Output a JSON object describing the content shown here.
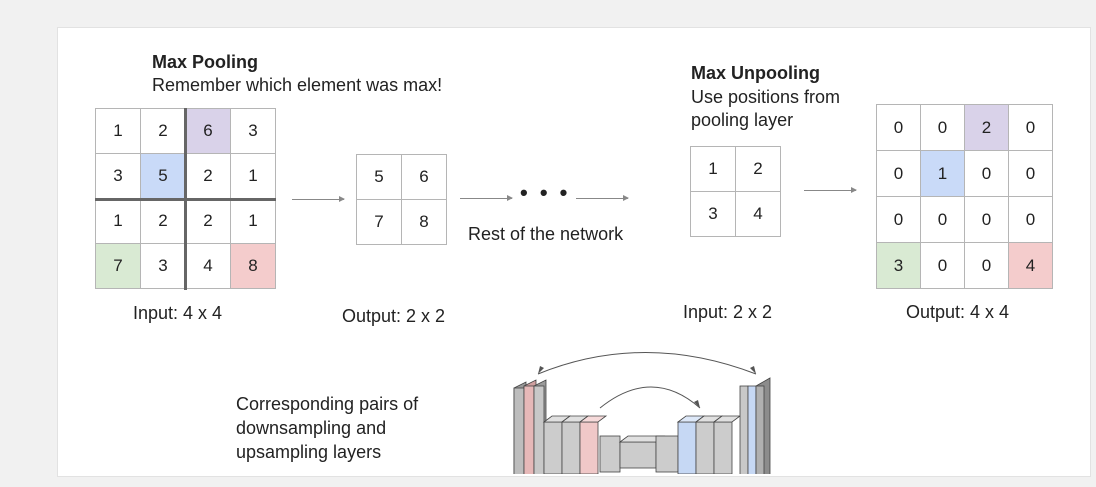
{
  "colors": {
    "purple": "#d9d2e9",
    "blue": "#c9daf8",
    "green": "#d9ead3",
    "red": "#f4cccc",
    "unet_box": "#d0d0d0"
  },
  "pooling": {
    "title": "Max Pooling",
    "subtitle": "Remember which element was max!",
    "input_grid": [
      [
        "1",
        "2",
        "6",
        "3"
      ],
      [
        "3",
        "5",
        "2",
        "1"
      ],
      [
        "1",
        "2",
        "2",
        "1"
      ],
      [
        "7",
        "3",
        "4",
        "8"
      ]
    ],
    "input_label": "Input: 4 x 4",
    "output_grid": [
      [
        "5",
        "6"
      ],
      [
        "7",
        "8"
      ]
    ],
    "output_label": "Output: 2 x 2"
  },
  "middle": {
    "dots": "• • •",
    "rest_label": "Rest of the network"
  },
  "unpooling": {
    "title": "Max Unpooling",
    "subtitle_line1": "Use positions from",
    "subtitle_line2": "pooling layer",
    "input_grid": [
      [
        "1",
        "2"
      ],
      [
        "3",
        "4"
      ]
    ],
    "input_label": "Input: 2 x 2",
    "output_grid": [
      [
        "0",
        "0",
        "2",
        "0"
      ],
      [
        "0",
        "1",
        "0",
        "0"
      ],
      [
        "0",
        "0",
        "0",
        "0"
      ],
      [
        "3",
        "0",
        "0",
        "4"
      ]
    ],
    "output_label": "Output: 4 x 4"
  },
  "unet": {
    "caption_line1": "Corresponding pairs of",
    "caption_line2": "downsampling and",
    "caption_line3": "upsampling layers"
  }
}
